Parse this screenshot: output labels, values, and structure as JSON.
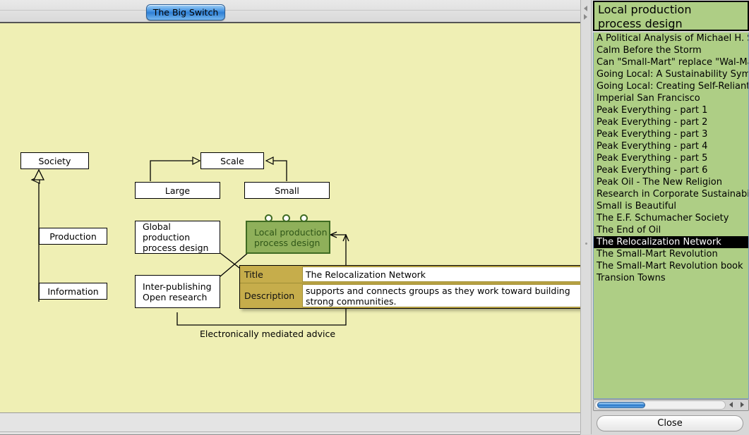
{
  "window": {
    "tab_label": "The Big Switch"
  },
  "diagram": {
    "nodes": [
      {
        "id": "society",
        "label": "Society"
      },
      {
        "id": "production",
        "label": "Production"
      },
      {
        "id": "information",
        "label": "Information"
      },
      {
        "id": "scale",
        "label": "Scale"
      },
      {
        "id": "large",
        "label": "Large"
      },
      {
        "id": "small",
        "label": "Small"
      },
      {
        "id": "global",
        "label": "Global production\nprocess design"
      },
      {
        "id": "local",
        "label": "Local production\nprocess design"
      },
      {
        "id": "interpub",
        "label": "Inter-publishing\nOpen research"
      }
    ],
    "caption": "Electronically mediated advice",
    "selected_node": "local",
    "colors": {
      "canvas": "#efefb4",
      "node_fill": "#ffffff",
      "selected_fill": "#8fb05a",
      "selected_border": "#3f6b22",
      "selected_text": "#2f5618"
    }
  },
  "detail_popup": {
    "rows": [
      {
        "key": "Title",
        "value": "The Relocalization Network"
      },
      {
        "key": "Description",
        "value": "supports and connects groups as they work toward building strong communities."
      }
    ]
  },
  "right_panel": {
    "header": "Local production\nprocess design",
    "items": [
      {
        "label": "A Political Analysis of Michael H. Shuman",
        "selected": false
      },
      {
        "label": "Calm Before the Storm",
        "selected": false
      },
      {
        "label": "Can \"Small-Mart\" replace \"Wal-Mart\"?",
        "selected": false
      },
      {
        "label": "Going Local: A Sustainability Symposium",
        "selected": false
      },
      {
        "label": "Going Local: Creating Self-Reliant Communities",
        "selected": false
      },
      {
        "label": "Imperial San Francisco",
        "selected": false
      },
      {
        "label": "Peak Everything - part 1",
        "selected": false
      },
      {
        "label": "Peak Everything - part 2",
        "selected": false
      },
      {
        "label": "Peak Everything - part 3",
        "selected": false
      },
      {
        "label": "Peak Everything - part 4",
        "selected": false
      },
      {
        "label": "Peak Everything - part 5",
        "selected": false
      },
      {
        "label": "Peak Everything - part 6",
        "selected": false
      },
      {
        "label": "Peak Oil - The New Religion",
        "selected": false
      },
      {
        "label": "Research in Corporate Sustainability:",
        "selected": false
      },
      {
        "label": "Small is Beautiful",
        "selected": false
      },
      {
        "label": "The E.F. Schumacher Society",
        "selected": false
      },
      {
        "label": "The End of Oil",
        "selected": false
      },
      {
        "label": "The Relocalization Network",
        "selected": true
      },
      {
        "label": "The Small-Mart Revolution",
        "selected": false
      },
      {
        "label": "The Small-Mart Revolution book",
        "selected": false
      },
      {
        "label": "Transion Towns",
        "selected": false
      }
    ],
    "colors": {
      "list_bg": "#aece85",
      "selection_bg": "#000000"
    }
  },
  "footer": {
    "close_label": "Close"
  }
}
